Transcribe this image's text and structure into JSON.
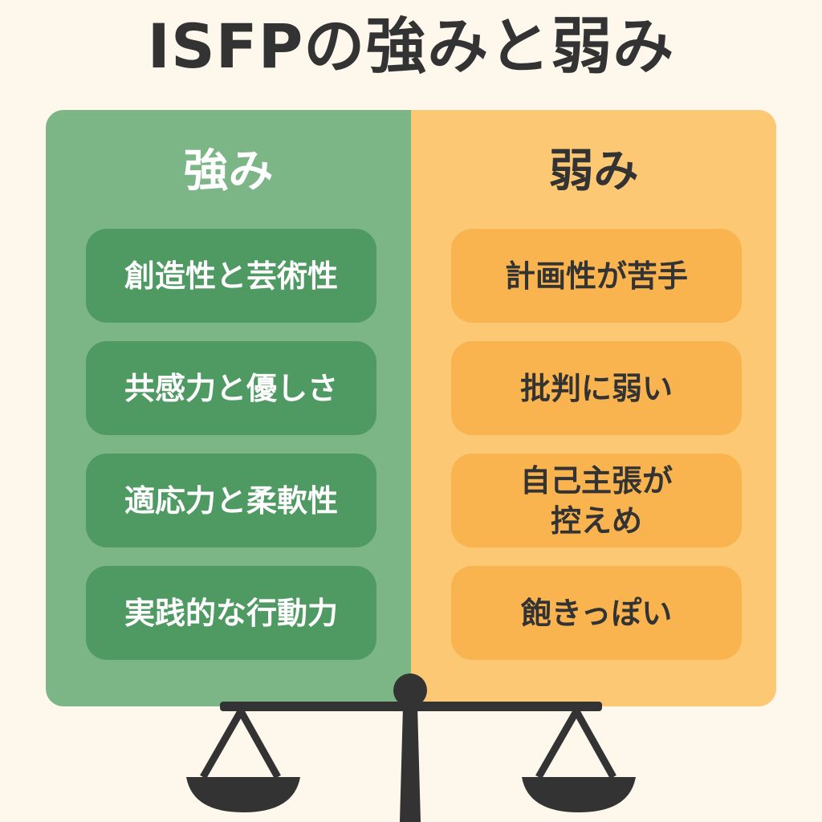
{
  "title": "ISFPの強みと弱み",
  "strengths": {
    "heading": "強み",
    "items": [
      "創造性と芸術性",
      "共感力と優しさ",
      "適応力と柔軟性",
      "実践的な行動力"
    ]
  },
  "weaknesses": {
    "heading": "弱み",
    "items": [
      "計画性が苦手",
      "批判に弱い",
      "自己主張が\n控えめ",
      "飽きっぽい"
    ]
  },
  "colors": {
    "background": "#fdf7ec",
    "strengths_panel": "#7cb687",
    "strengths_item": "#4e9a62",
    "weaknesses_panel": "#fcc873",
    "weaknesses_item": "#f9b450",
    "scale": "#333333"
  },
  "icons": {
    "balance": "balance-scale-icon"
  }
}
